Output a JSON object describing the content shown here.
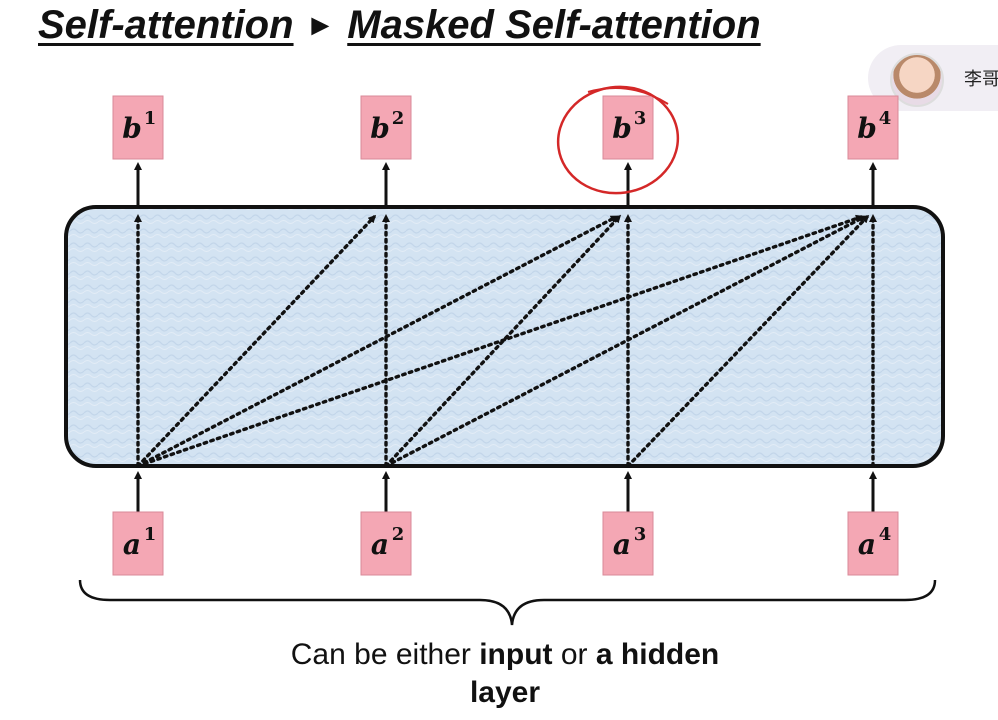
{
  "title": {
    "left": "Self-attention",
    "right": "Masked Self-attention"
  },
  "speaker": {
    "name": "李哥"
  },
  "diagram": {
    "outputs": [
      {
        "base": "b",
        "sup": "1"
      },
      {
        "base": "b",
        "sup": "2"
      },
      {
        "base": "b",
        "sup": "3"
      },
      {
        "base": "b",
        "sup": "4"
      }
    ],
    "inputs": [
      {
        "base": "a",
        "sup": "1"
      },
      {
        "base": "a",
        "sup": "2"
      },
      {
        "base": "a",
        "sup": "3"
      },
      {
        "base": "a",
        "sup": "4"
      }
    ],
    "highlighted_output_index": 2,
    "connections": [
      [
        0,
        0
      ],
      [
        0,
        1
      ],
      [
        0,
        2
      ],
      [
        0,
        3
      ],
      [
        1,
        1
      ],
      [
        1,
        2
      ],
      [
        1,
        3
      ],
      [
        2,
        2
      ],
      [
        2,
        3
      ],
      [
        3,
        3
      ]
    ]
  },
  "caption": {
    "part1": "Can be either ",
    "bold1": "input",
    "part2": " or ",
    "bold2": "a hidden",
    "line2": "layer"
  }
}
